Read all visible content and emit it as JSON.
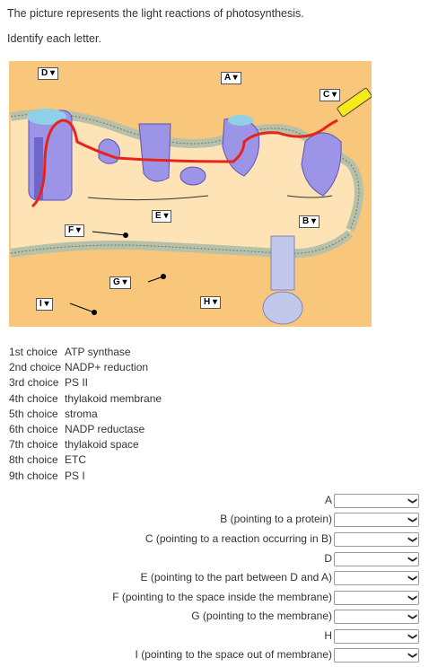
{
  "question": {
    "line1": "The picture represents the light reactions of photosynthesis.",
    "line2": "Identify each letter."
  },
  "diagram_labels": {
    "D": "D",
    "A": "A",
    "C": "C",
    "E": "E",
    "B": "B",
    "F": "F",
    "G": "G",
    "H": "H",
    "I": "I"
  },
  "choices": [
    {
      "key": "1st choice",
      "value": "ATP synthase"
    },
    {
      "key": "2nd choice",
      "value": "NADP+ reduction"
    },
    {
      "key": "3rd choice",
      "value": "PS II"
    },
    {
      "key": "4th choice",
      "value": "thylakoid membrane"
    },
    {
      "key": "5th choice",
      "value": "stroma"
    },
    {
      "key": "6th choice",
      "value": "NADP reductase"
    },
    {
      "key": "7th choice",
      "value": "thylakoid space"
    },
    {
      "key": "8th choice",
      "value": "ETC"
    },
    {
      "key": "9th choice",
      "value": "PS I"
    }
  ],
  "answers": [
    {
      "label": "A",
      "value": ""
    },
    {
      "label": "B (pointing to a protein)",
      "value": ""
    },
    {
      "label": "C (pointing to a reaction occurring in B)",
      "value": ""
    },
    {
      "label": "D",
      "value": ""
    },
    {
      "label": "E (pointing to the part between D and A)",
      "value": ""
    },
    {
      "label": "F (pointing to the space inside the membrane)",
      "value": ""
    },
    {
      "label": "G (pointing to the membrane)",
      "value": ""
    },
    {
      "label": "H",
      "value": ""
    },
    {
      "label": "I (pointing to the space out of membrane)",
      "value": ""
    }
  ],
  "colors": {
    "background": "#f9c77c",
    "interior": "#fde3b5",
    "protein": "#9c94e6",
    "protein_dark": "#6f66c9",
    "electron_path": "#e8231c",
    "membrane": "#b7c0a8"
  }
}
